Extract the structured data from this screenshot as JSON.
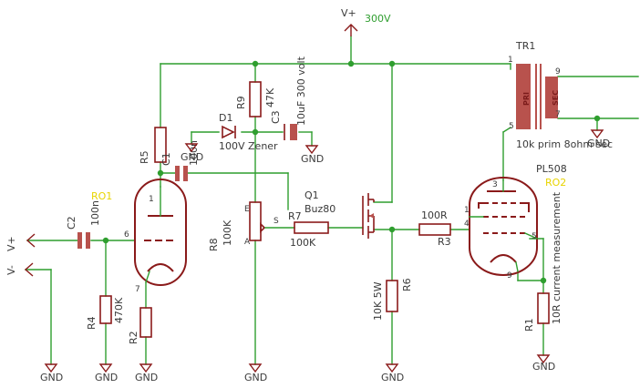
{
  "supply": {
    "label": "V+",
    "voltage": "300V"
  },
  "inputs": {
    "v_plus": "V+",
    "v_minus": "V-"
  },
  "ground_label": "GND",
  "components": {
    "tr1": {
      "name": "TR1",
      "pri": "PRI",
      "sec": "SEC",
      "desc": "10k prim 8ohm sec",
      "pin1": "1",
      "pin5": "5",
      "pin9": "9",
      "pin7": "7"
    },
    "r9": {
      "name": "R9",
      "value": "47K"
    },
    "c3": {
      "name": "C3",
      "value": "10uF 300 volt"
    },
    "d1": {
      "name": "D1",
      "value": "100V Zener"
    },
    "r5": {
      "name": "R5"
    },
    "c1": {
      "name": "C1",
      "value": "100n"
    },
    "ro1": {
      "name": "RO1",
      "pin1": "1",
      "pin6": "6",
      "pin7": "7"
    },
    "c2": {
      "name": "C2",
      "value": "100n"
    },
    "r4": {
      "name": "R4",
      "value": "470K"
    },
    "r2": {
      "name": "R2"
    },
    "r8": {
      "name": "R8",
      "value": "100K",
      "pin_e": "E",
      "pin_a": "A",
      "pin_s": "S"
    },
    "r7": {
      "name": "R7",
      "value": "100K"
    },
    "q1": {
      "name": "Q1",
      "value": "Buz80"
    },
    "r6": {
      "name": "R6",
      "value": "10K 5W"
    },
    "r3": {
      "name": "R3",
      "value": "100R"
    },
    "pl508": {
      "name": "PL508",
      "ref": "RO2",
      "pin1": "1",
      "pin3": "3",
      "pin4": "4",
      "pin5": "5",
      "pin9": "9"
    },
    "r1": {
      "name": "R1",
      "value": "10R current measurement"
    }
  },
  "colors": {
    "wire": "#2f9e2f",
    "part": "#8a1a1a",
    "refdes_yellow": "#e8d400"
  }
}
